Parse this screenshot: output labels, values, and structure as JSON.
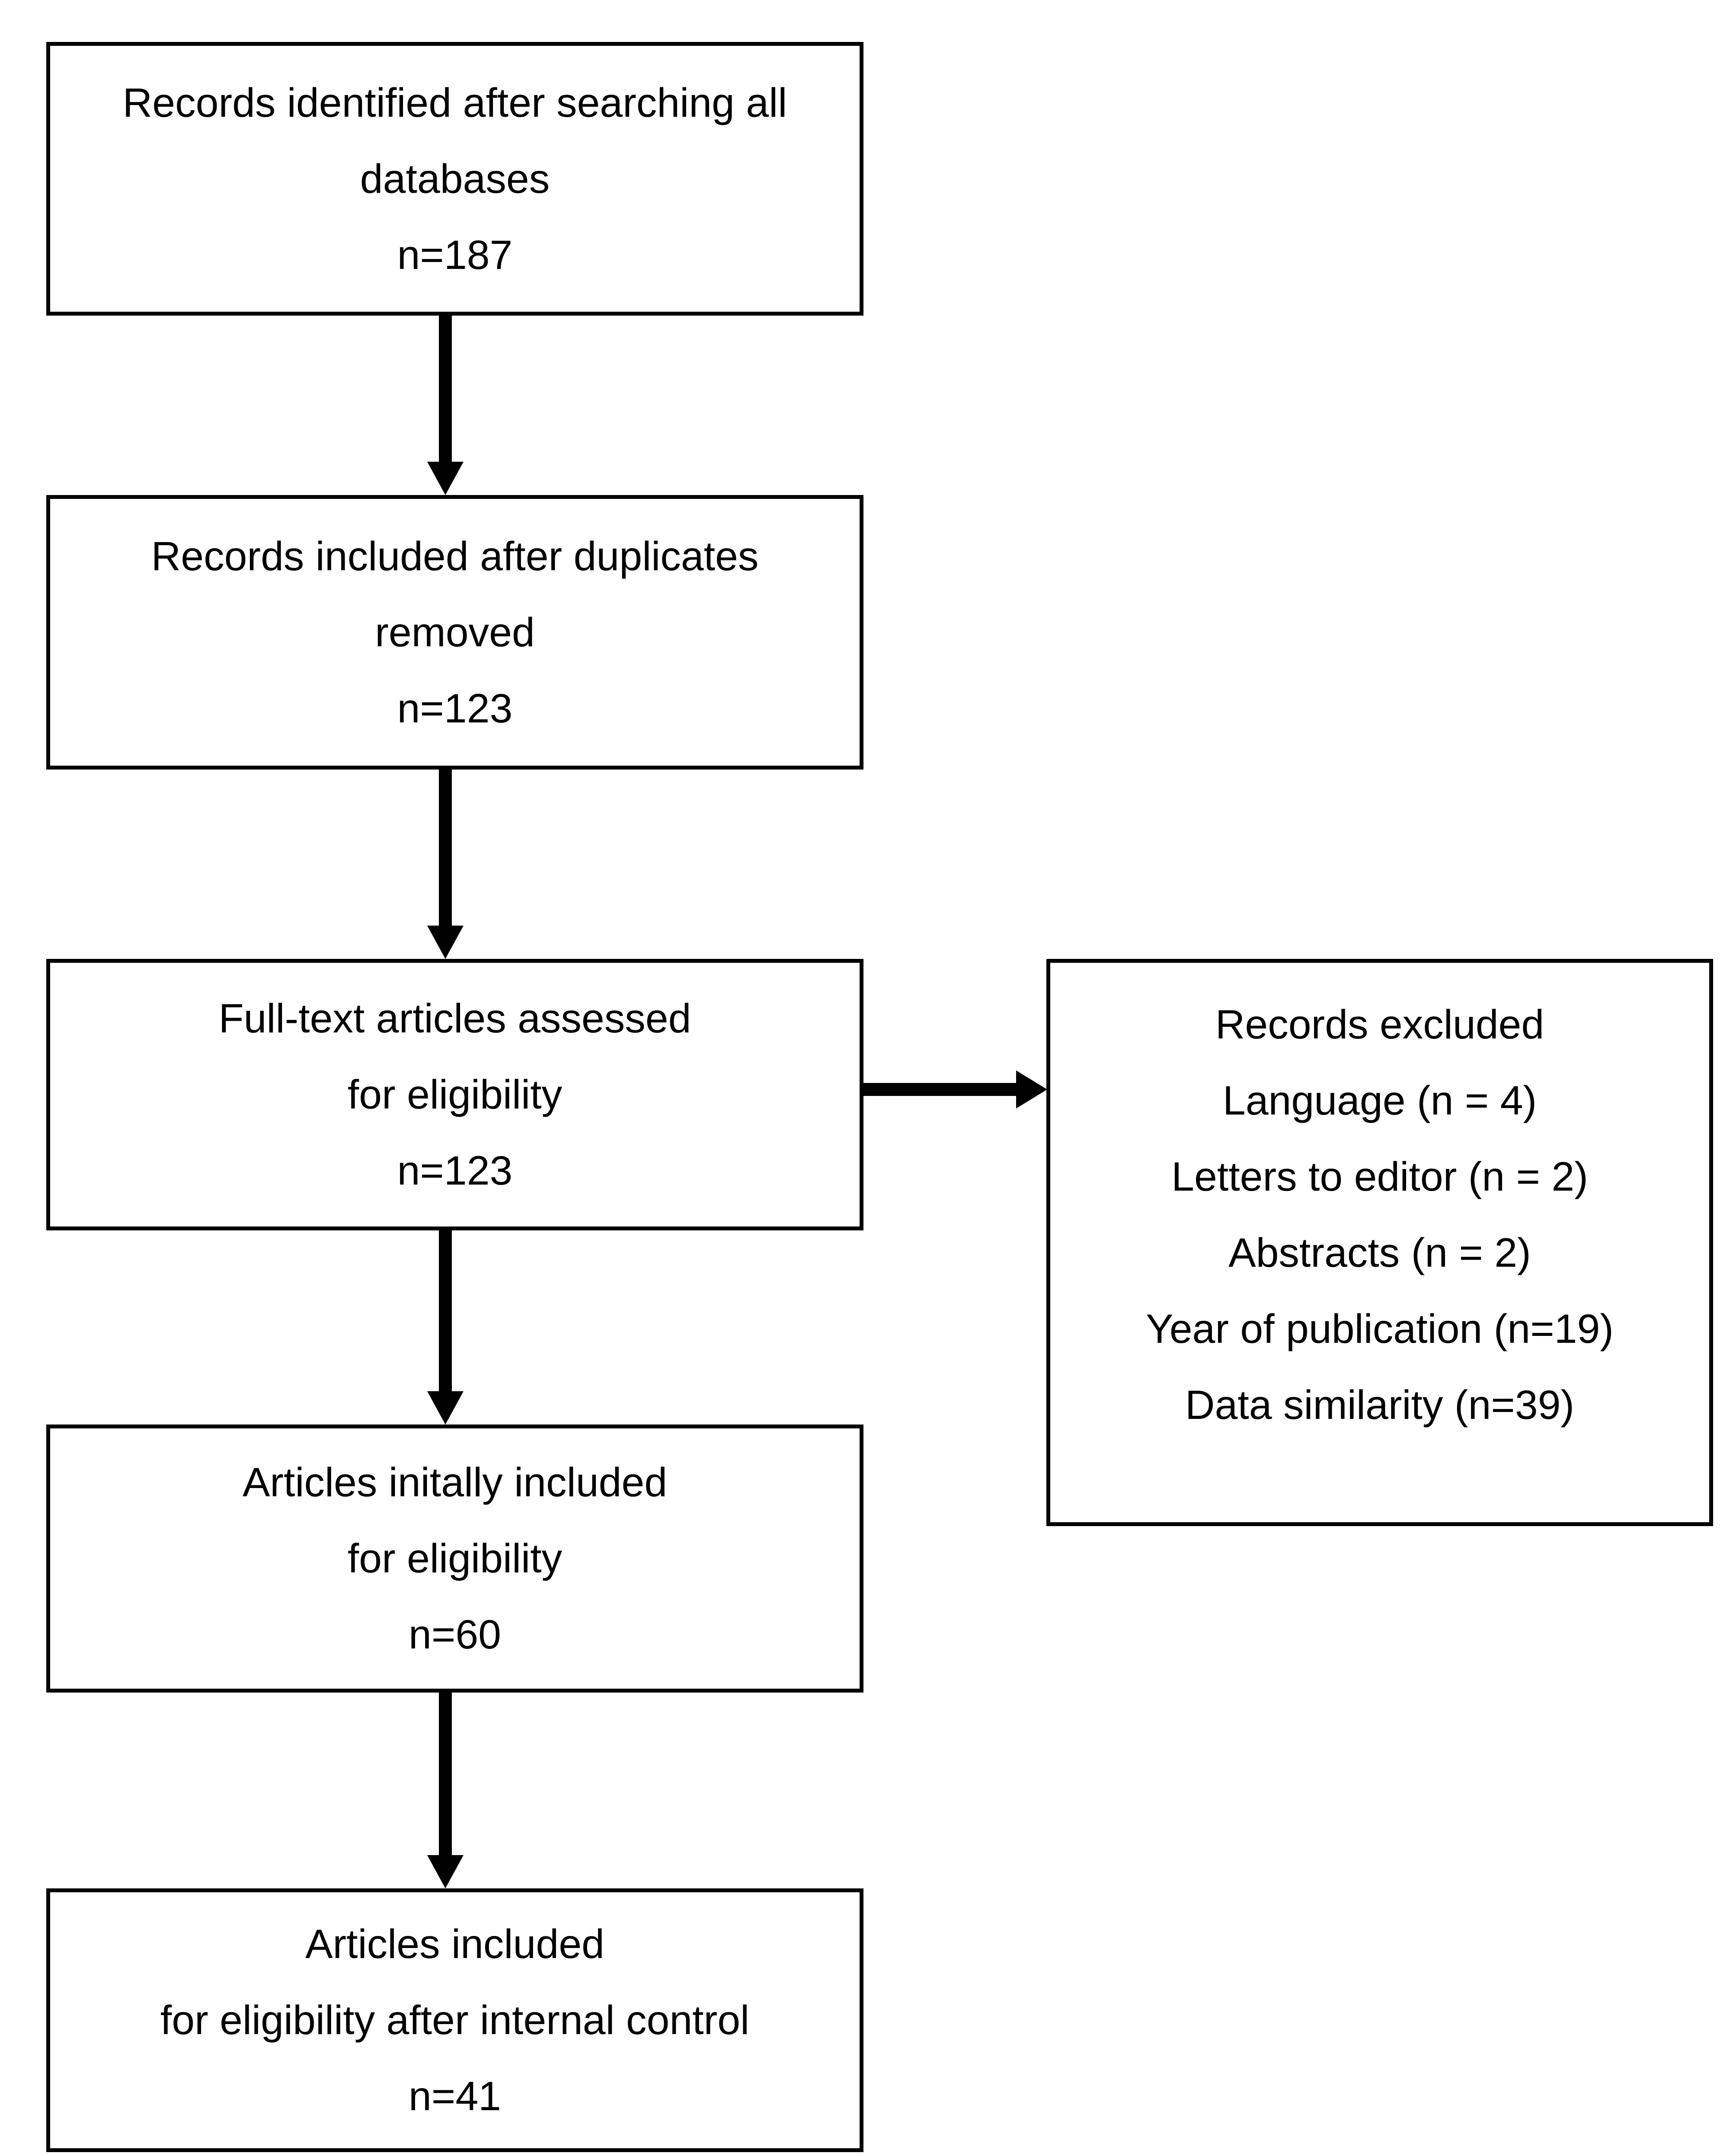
{
  "diagram": {
    "kind": "study-selection-flowchart",
    "background_color": "#ffffff",
    "line_color": "#000000",
    "text_color": "#000000"
  },
  "boxes": [
    {
      "name": "records-identified",
      "lines": [
        "Records identified after searching all",
        "databases",
        "n=187"
      ]
    },
    {
      "name": "records-after-duplicates-removed",
      "lines": [
        "Records included after duplicates",
        "removed",
        "n=123"
      ]
    },
    {
      "name": "fulltext-assessed",
      "lines": [
        "Full-text articles assessed",
        "for eligibility",
        "n=123"
      ]
    },
    {
      "name": "articles-initially-included",
      "lines": [
        "Articles initally included",
        "for eligibility",
        "n=60"
      ]
    },
    {
      "name": "articles-final-included",
      "lines": [
        "Articles included",
        "for eligibility after internal control",
        "n=41"
      ]
    }
  ],
  "excluded_box": {
    "name": "records-excluded",
    "lines": [
      "Records excluded",
      "Language (n = 4)",
      "Letters to editor (n = 2)",
      "Abstracts (n = 2)",
      "Year of publication (n=19)",
      "Data similarity (n=39)"
    ]
  },
  "connectors": [
    {
      "from": "records-identified",
      "to": "records-after-duplicates-removed",
      "direction": "down"
    },
    {
      "from": "records-after-duplicates-removed",
      "to": "fulltext-assessed",
      "direction": "down"
    },
    {
      "from": "fulltext-assessed",
      "to": "records-excluded",
      "direction": "right"
    },
    {
      "from": "fulltext-assessed",
      "to": "articles-initially-included",
      "direction": "down"
    },
    {
      "from": "articles-initially-included",
      "to": "articles-final-included",
      "direction": "down"
    }
  ]
}
